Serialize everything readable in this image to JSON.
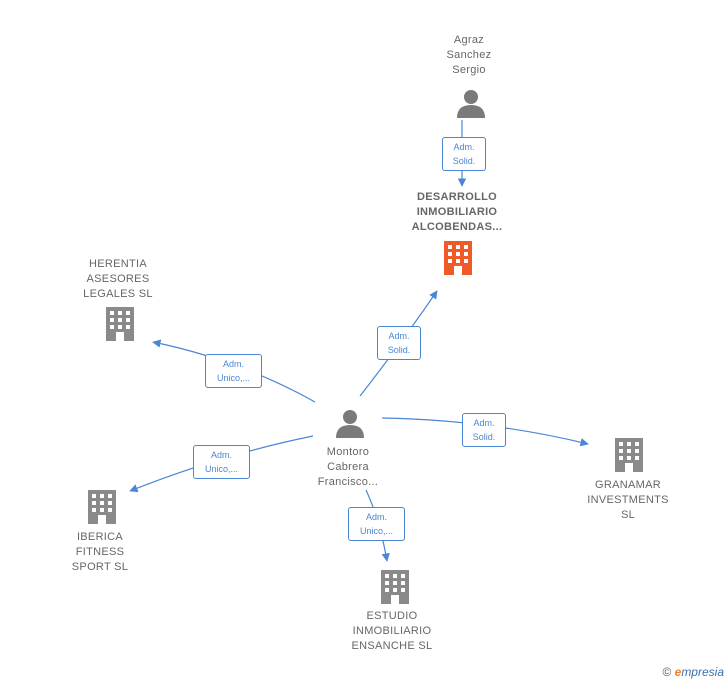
{
  "nodes": {
    "person_agraz": {
      "lines": [
        "Agraz",
        "Sanchez",
        "Sergio"
      ]
    },
    "company_desarrollo": {
      "lines": [
        "DESARROLLO",
        "INMOBILIARIO",
        "ALCOBENDAS..."
      ]
    },
    "company_herentia": {
      "lines": [
        "HERENTIA",
        "ASESORES",
        "LEGALES  SL"
      ]
    },
    "person_montoro": {
      "lines": [
        "Montoro",
        "Cabrera",
        "Francisco..."
      ]
    },
    "company_granamar": {
      "lines": [
        "GRANAMAR",
        "INVESTMENTS",
        "SL"
      ]
    },
    "company_iberica": {
      "lines": [
        "IBERICA",
        "FITNESS",
        "SPORT  SL"
      ]
    },
    "company_estudio": {
      "lines": [
        "ESTUDIO",
        "INMOBILIARIO",
        "ENSANCHE  SL"
      ]
    }
  },
  "edges": {
    "agraz_desarrollo": {
      "lines": [
        "Adm.",
        "Solid."
      ]
    },
    "montoro_desarrollo": {
      "lines": [
        "Adm.",
        "Solid."
      ]
    },
    "montoro_herentia": {
      "lines": [
        "Adm.",
        "Unico,..."
      ]
    },
    "montoro_granamar": {
      "lines": [
        "Adm.",
        "Solid."
      ]
    },
    "montoro_iberica": {
      "lines": [
        "Adm.",
        "Unico,..."
      ]
    },
    "montoro_estudio": {
      "lines": [
        "Adm.",
        "Unico,..."
      ]
    }
  },
  "colors": {
    "edge": "#4a86d4",
    "company": "#8a8a8a",
    "main_company": "#f05a28",
    "person": "#7a7a7a"
  },
  "watermark": {
    "copyright": "©",
    "brand_initial": "e",
    "brand_rest": "mpresia"
  }
}
